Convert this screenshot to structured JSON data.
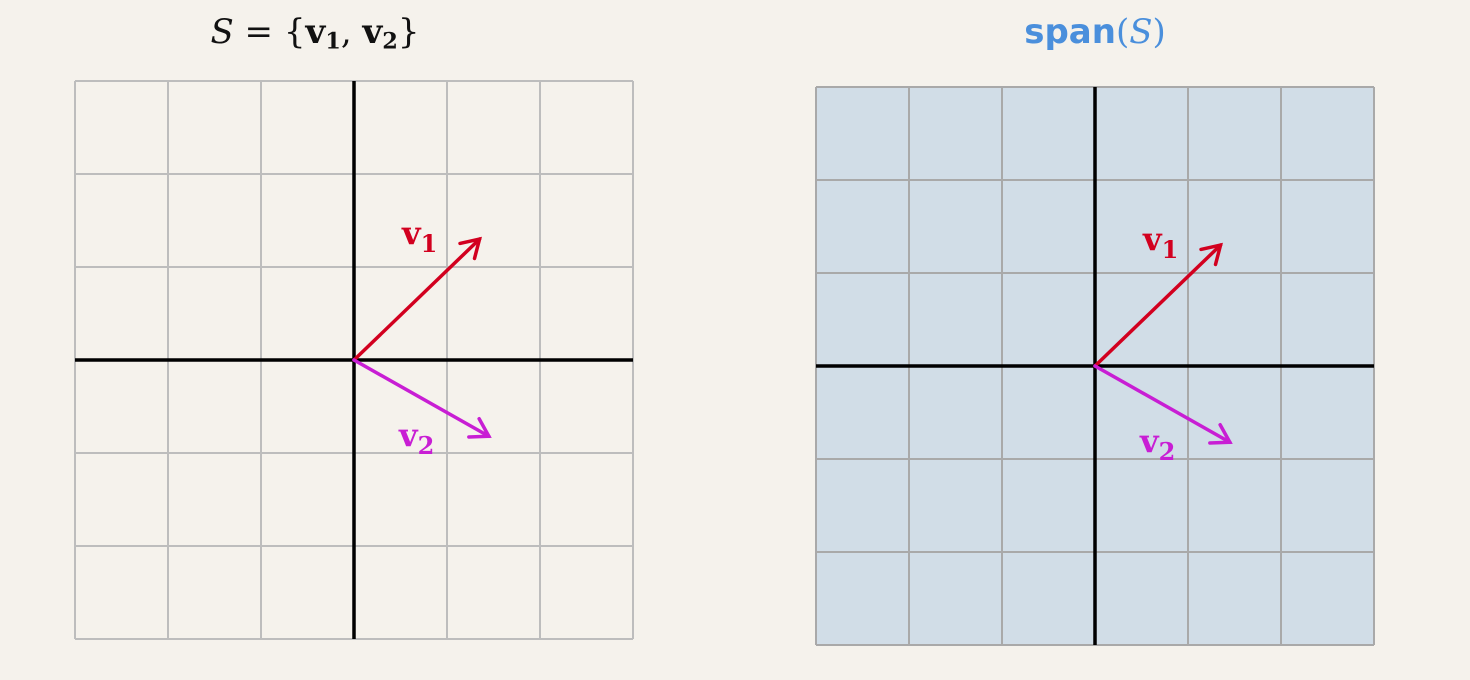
{
  "left_title": {
    "set_name": "S",
    "equals": " = {",
    "v": "v",
    "sub1": "1",
    "comma": ", ",
    "sub2": "2",
    "close": "}"
  },
  "right_title": {
    "word": "span",
    "open": "(",
    "set_name": "S",
    "close": ")"
  },
  "colors": {
    "background": "#f5f2ec",
    "grid_left": "#bdbdbd",
    "grid_right": "#a9a9a9",
    "span_fill": "#d1dde7",
    "axis": "#000000",
    "v1": "#d2001f",
    "v2": "#c81ed4",
    "span_title": "#4a8fdc"
  },
  "vectors": {
    "v1": {
      "symbol": "v",
      "subscript": "1",
      "x": 1.35,
      "y": 1.3
    },
    "v2": {
      "symbol": "v",
      "subscript": "2",
      "x": 1.45,
      "y": -0.82
    }
  }
}
